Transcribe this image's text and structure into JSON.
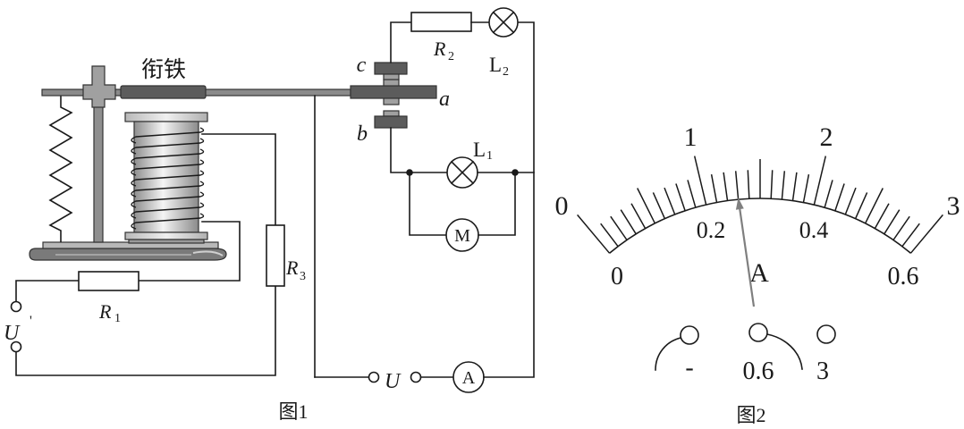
{
  "figure1": {
    "caption": "图1",
    "armature": "衔铁",
    "contacts": {
      "a": "a",
      "b": "b",
      "c": "c"
    },
    "R1": {
      "symbol": "R",
      "subscript": "1"
    },
    "R2": {
      "symbol": "R",
      "subscript": "2"
    },
    "R3": {
      "symbol": "R",
      "subscript": "3"
    },
    "L1": {
      "symbol": "L",
      "subscript": "1"
    },
    "L2": {
      "symbol": "L",
      "subscript": "2"
    },
    "control_supply": {
      "symbol": "U",
      "prime": "'"
    },
    "main_supply": {
      "symbol": "U"
    },
    "motor": "M",
    "ammeter": "A"
  },
  "figure2": {
    "caption": "图2",
    "unit": "A",
    "scale_upper": {
      "labels": [
        "0",
        "1",
        "2",
        "3"
      ],
      "max": 3
    },
    "scale_lower": {
      "labels": [
        "0",
        "0.2",
        "0.4",
        "0.6"
      ],
      "max": 0.6
    },
    "terminals": [
      "-",
      "0.6",
      "3"
    ],
    "pointer_reading": 0.26
  },
  "colors": {
    "line": "#1a1a1a",
    "pointer": "#7f7f7f",
    "metal_dark": "#5c5c5c",
    "metal_light": "#a0a0a0"
  }
}
